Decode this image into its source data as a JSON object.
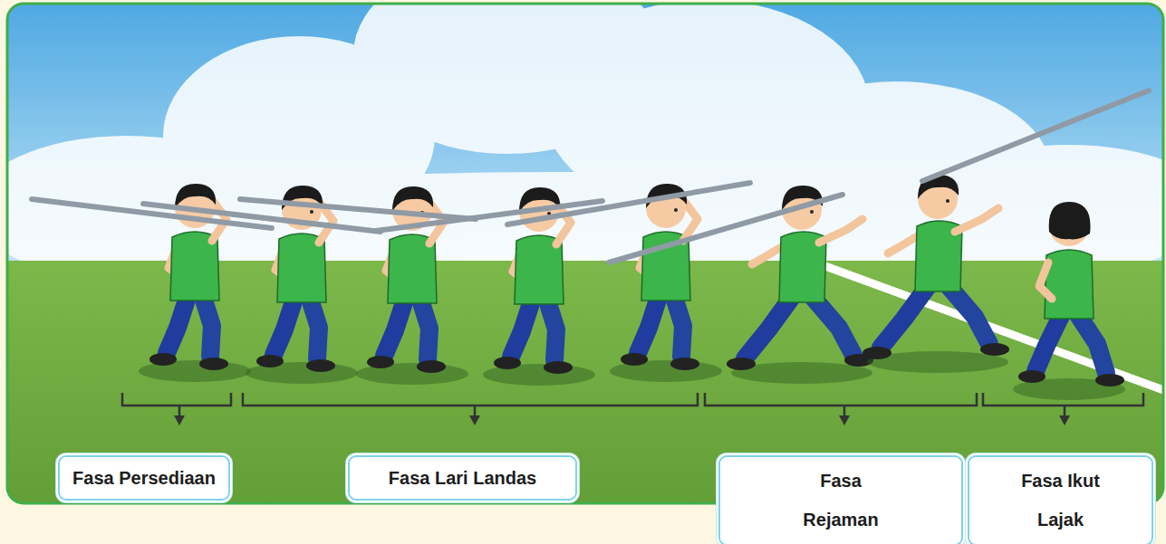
{
  "diagram": {
    "nodes": [
      {
        "text": [
          "Fasa Persediaan"
        ]
      },
      {
        "text": [
          "Fasa Lari Landas"
        ]
      },
      {
        "text": [
          "Fasa Rejaman"
        ]
      },
      {
        "text": [
          "Fasa Ikut Lajak"
        ]
      }
    ]
  }
}
